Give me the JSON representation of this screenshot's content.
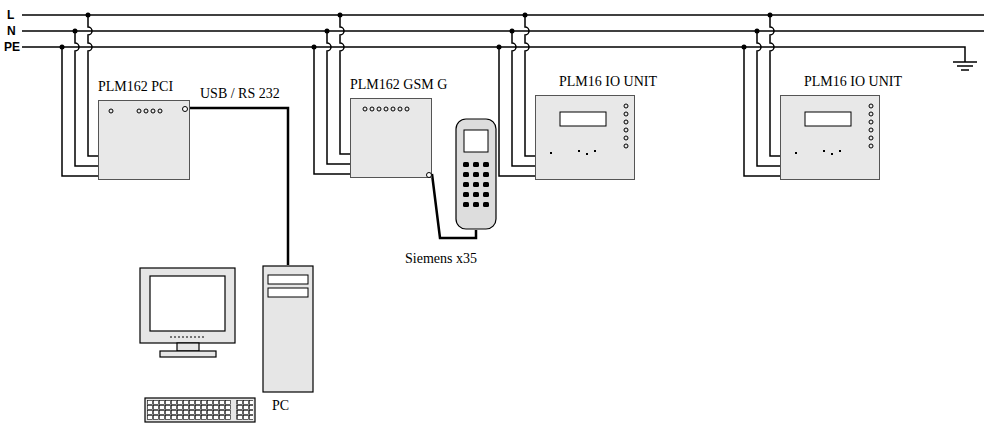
{
  "diagram": {
    "nodes": [
      {
        "text": [
          "PLM162 PCI"
        ]
      },
      {
        "text": [
          "PC"
        ]
      },
      {
        "text": [
          "PLM162 GSM G"
        ]
      },
      {
        "text": [
          "Siemens x35"
        ]
      },
      {
        "text": [
          "PLM16 IO UNIT"
        ]
      },
      {
        "text": [
          "PLM16 IO UNIT"
        ]
      }
    ],
    "edges": [
      {
        "from": 0,
        "to": 1,
        "arrow": "none",
        "label": "USB / RS 232"
      },
      {
        "from": 2,
        "to": 3,
        "arrow": "none"
      }
    ],
    "labels": [
      "L",
      "N",
      "PE"
    ]
  }
}
